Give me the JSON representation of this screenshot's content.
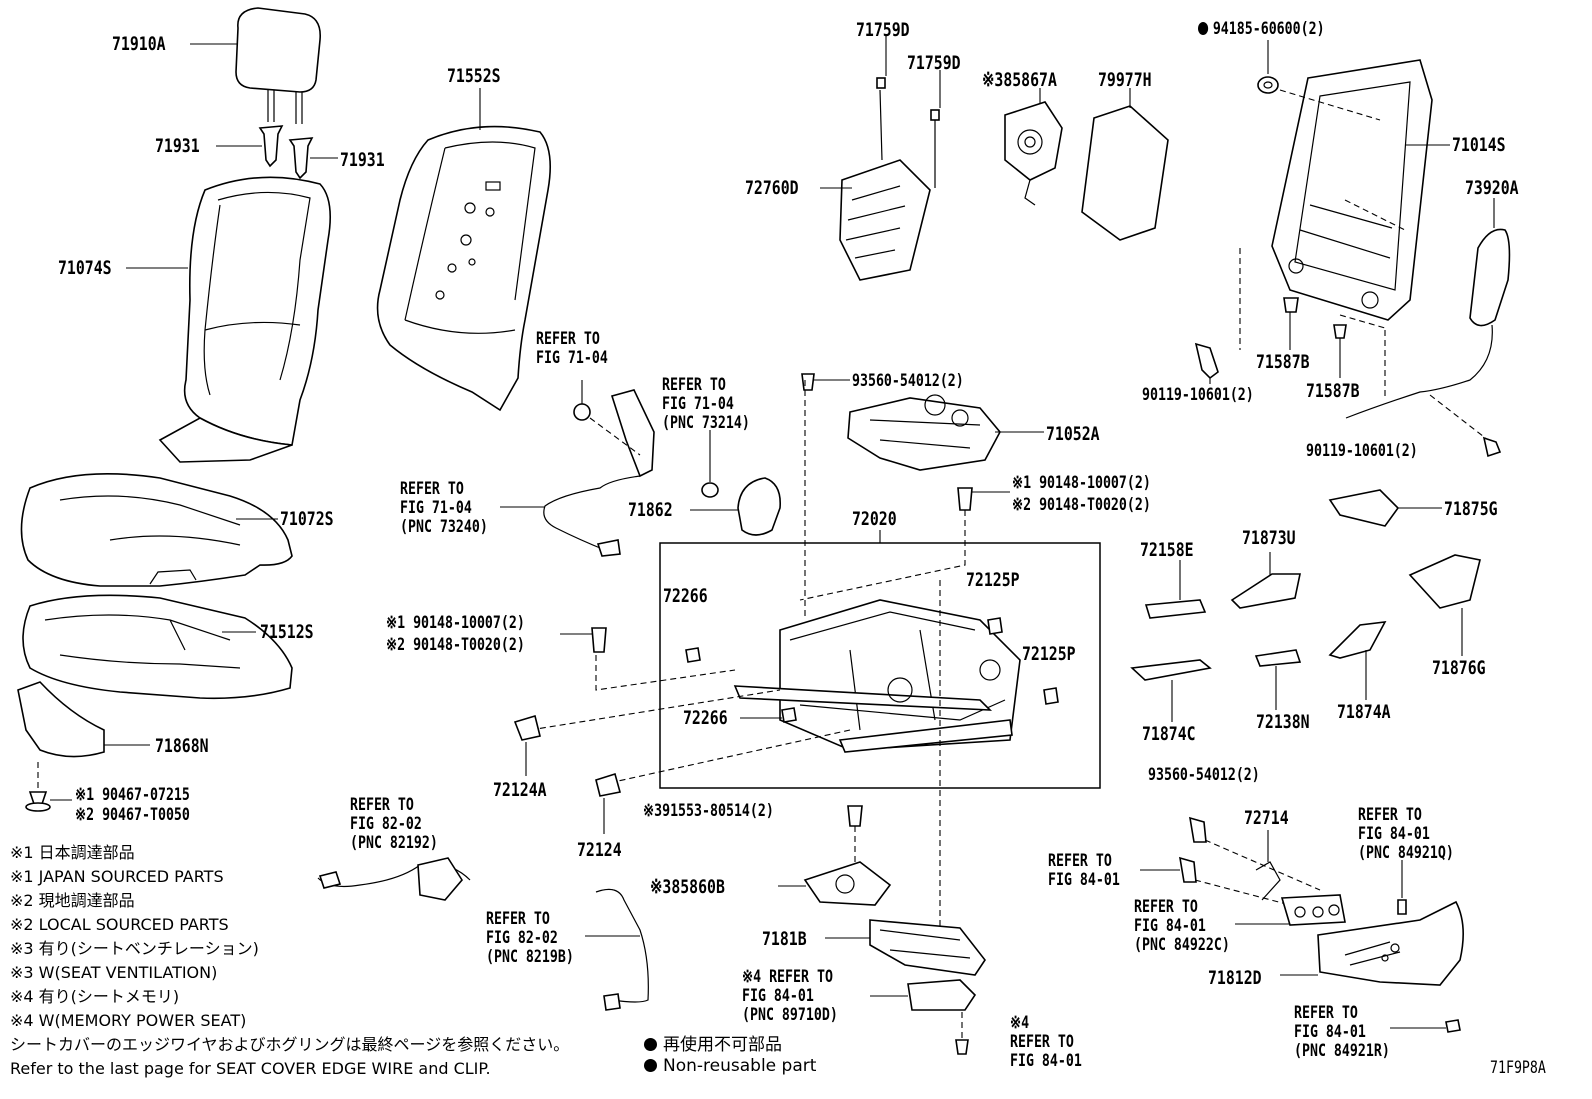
{
  "diagram_code": "71F9P8A",
  "labels": {
    "headrest": "71910A",
    "headrest_support_l": "71931",
    "headrest_support_r": "71931",
    "back_cover": "71074S",
    "back_pad": "71552S",
    "cushion_cover": "71072S",
    "cushion_pad": "71512S",
    "shield_lower": "71868N",
    "clip_1": "※1 90467-07215",
    "clip_2": "※2 90467-T0050",
    "lumbar_switch_a": "71759D",
    "lumbar_switch_b": "71759D",
    "lumbar_assy": "72760D",
    "blower_fan": "※385867A",
    "pad_79977": "79977H",
    "nut_94185": "94185-60600(2)",
    "back_frame": "71014S",
    "side_airbag": "73920A",
    "bush_a": "71587B",
    "bush_b": "71587B",
    "bolt_90119_a": "90119-10601(2)",
    "bolt_90119_b": "90119-10601(2)",
    "bolt_93560_top": "93560-54012(2)",
    "recliner": "71052A",
    "cover_71862": "71862",
    "adjuster_assy": "72020",
    "bolt_upper_1": "※1 90148-10007(2)",
    "bolt_upper_2": "※2 90148-T0020(2)",
    "bolt_left_1": "※1 90148-10007(2)",
    "bolt_left_2": "※2 90148-T0020(2)",
    "clip_72266_a": "72266",
    "clip_72266_b": "72266",
    "cover_72125P_a": "72125P",
    "cover_72125P_b": "72125P",
    "cover_72124A": "72124A",
    "cover_72124": "72124",
    "bolt_91553": "※391553-80514(2)",
    "vent_85860B": "※385860B",
    "frame_7181B": "7181B",
    "cover_71875G": "71875G",
    "cover_71873U": "71873U",
    "cover_72158E": "72158E",
    "cover_71876G": "71876G",
    "cover_71874C": "71874C",
    "cover_72138N": "72138N",
    "cover_71874A": "71874A",
    "bolt_93560_right": "93560-54012(2)",
    "bracket_72714": "72714",
    "shield_71812D": "71812D"
  },
  "refs": {
    "r_belt_top": [
      "REFER TO",
      "FIG 71-04"
    ],
    "r_belt_pnc": [
      "REFER TO",
      "FIG 71-04",
      "(PNC 73214)"
    ],
    "r_belt_wire": [
      "REFER TO",
      "FIG 71-04",
      "(PNC 73240)"
    ],
    "r_82_02_a": [
      "REFER TO",
      "FIG 82-02",
      "(PNC 82192)"
    ],
    "r_82_02_b": [
      "REFER TO",
      "FIG 82-02",
      "(PNC 8219B)"
    ],
    "r_84_01_ecu": [
      "※4 REFER TO",
      "FIG 84-01",
      "(PNC 89710D)"
    ],
    "r_84_01_bottom": [
      "※4",
      "REFER TO",
      "FIG 84-01"
    ],
    "r_84_01_bolt": [
      "REFER TO",
      "FIG 84-01"
    ],
    "r_84_01_switch": [
      "REFER TO",
      "FIG 84-01",
      "(PNC 84922C)"
    ],
    "r_84_01_knob_q": [
      "REFER TO",
      "FIG 84-01",
      "(PNC 84921Q)"
    ],
    "r_84_01_knob_r": [
      "REFER TO",
      "FIG 84-01",
      "(PNC 84921R)"
    ]
  },
  "legend": [
    "※1 日本調達部品",
    "※1 JAPAN SOURCED PARTS",
    "※2 現地調達部品",
    "※2 LOCAL SOURCED PARTS",
    "※3 有り(シートベンチレーション)",
    "※3 W(SEAT VENTILATION)",
    "※4 有り(シートメモリ)",
    "※4 W(MEMORY POWER SEAT)",
    "シートカバーのエッジワイヤおよびホグリングは最終ページを参照ください。",
    "Refer to the last page for SEAT COVER EDGE WIRE and CLIP."
  ],
  "part_notes": [
    "再使用不可部品",
    "Non-reusable part"
  ]
}
